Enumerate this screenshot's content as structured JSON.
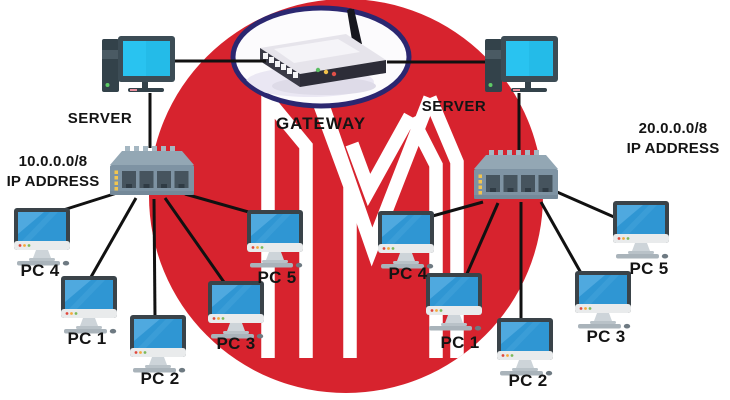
{
  "diagram": {
    "gateway": {
      "label": "GATEWAY"
    },
    "servers": {
      "left_label": "SERVER",
      "right_label": "SERVER"
    },
    "networks": {
      "left": {
        "cidr": "10.0.0.0/8",
        "caption": "IP ADDRESS"
      },
      "right": {
        "cidr": "20.0.0.0/8",
        "caption": "IP ADDRESS"
      }
    },
    "pcs": {
      "left": {
        "pc4": "PC 4",
        "pc1": "PC 1",
        "pc2": "PC 2",
        "pc3": "PC 3",
        "pc5": "PC 5"
      },
      "right": {
        "pc4": "PC 4",
        "pc1": "PC 1",
        "pc2": "PC 2",
        "pc3": "PC 3",
        "pc5": "PC 5"
      }
    },
    "colors": {
      "watermark_circle_red": "#D7232E",
      "monogram_white": "#FFFFFF",
      "gateway_oval_border_navy": "#2B2770",
      "connection_line_black": "#111111",
      "pc_screen_blue": "#2F96D3",
      "server_screen_cyan": "#29C3F0",
      "switch_body_gray": "#7E93A3",
      "switch_led_yellow": "#F2C54E",
      "label_text_black": "#141414"
    }
  }
}
